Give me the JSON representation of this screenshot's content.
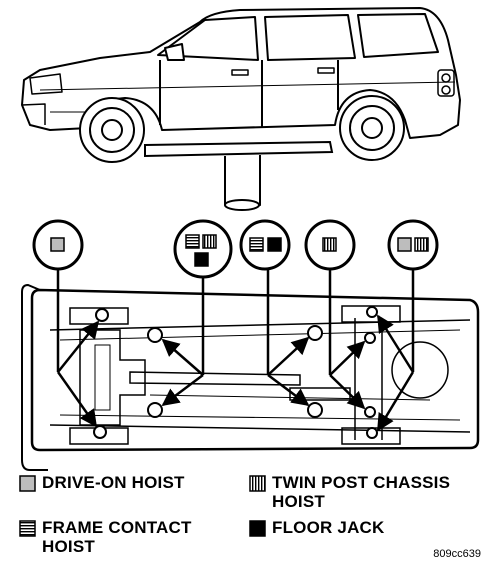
{
  "legend": {
    "drive_on": "DRIVE-ON HOIST",
    "twin_post_line1": "TWIN POST CHASSIS",
    "twin_post_line2": "HOIST",
    "frame_contact_line1": "FRAME CONTACT",
    "frame_contact_line2": "HOIST",
    "floor_jack": "FLOOR JACK"
  },
  "figure_code": "809cc639",
  "lift_types": [
    "drive-on-hoist",
    "frame-contact-hoist",
    "twin-post-chassis-hoist",
    "floor-jack"
  ],
  "colors": {
    "line": "#000000",
    "drive_on_fill": "#bdbdbd",
    "floor_jack_fill": "#000000"
  }
}
